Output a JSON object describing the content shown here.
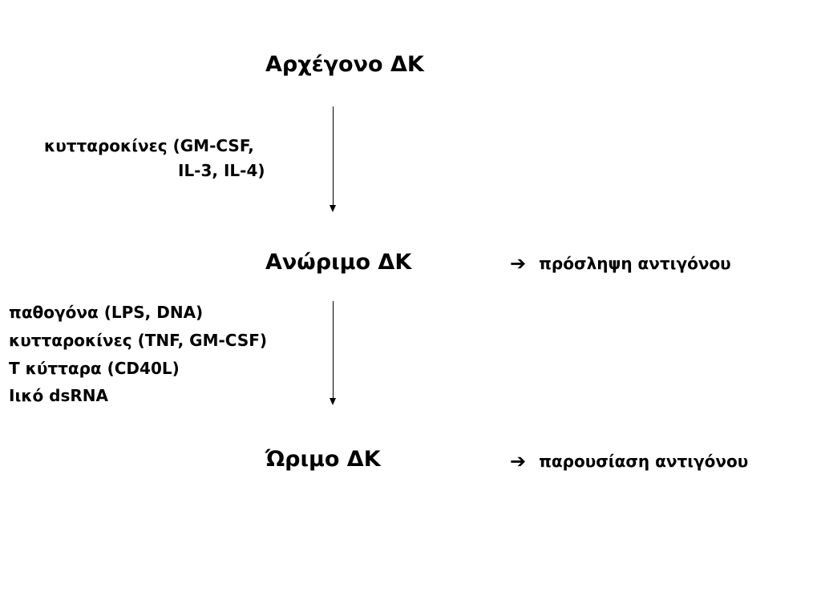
{
  "stages": {
    "progenitor": "Αρχέγονο ΔΚ",
    "immature": "Ανώριμο ΔΚ",
    "mature": "Ώριμο ΔΚ"
  },
  "transition1": {
    "line1": "κυτταροκίνες (GM-CSF,",
    "line2": "IL-3, IL-4)"
  },
  "transition2": {
    "lines": [
      "παθογόνα (LPS, DNA)",
      "κυτταροκίνες (TNF, GM-CSF)",
      "Τ κύτταρα (CD40L)",
      "Ιικό dsRNA"
    ]
  },
  "outcomes": {
    "arrow_icon": "right-arrow-icon",
    "immature": "πρόσληψη αντιγόνου",
    "mature": "παρουσίαση αντιγόνου"
  }
}
